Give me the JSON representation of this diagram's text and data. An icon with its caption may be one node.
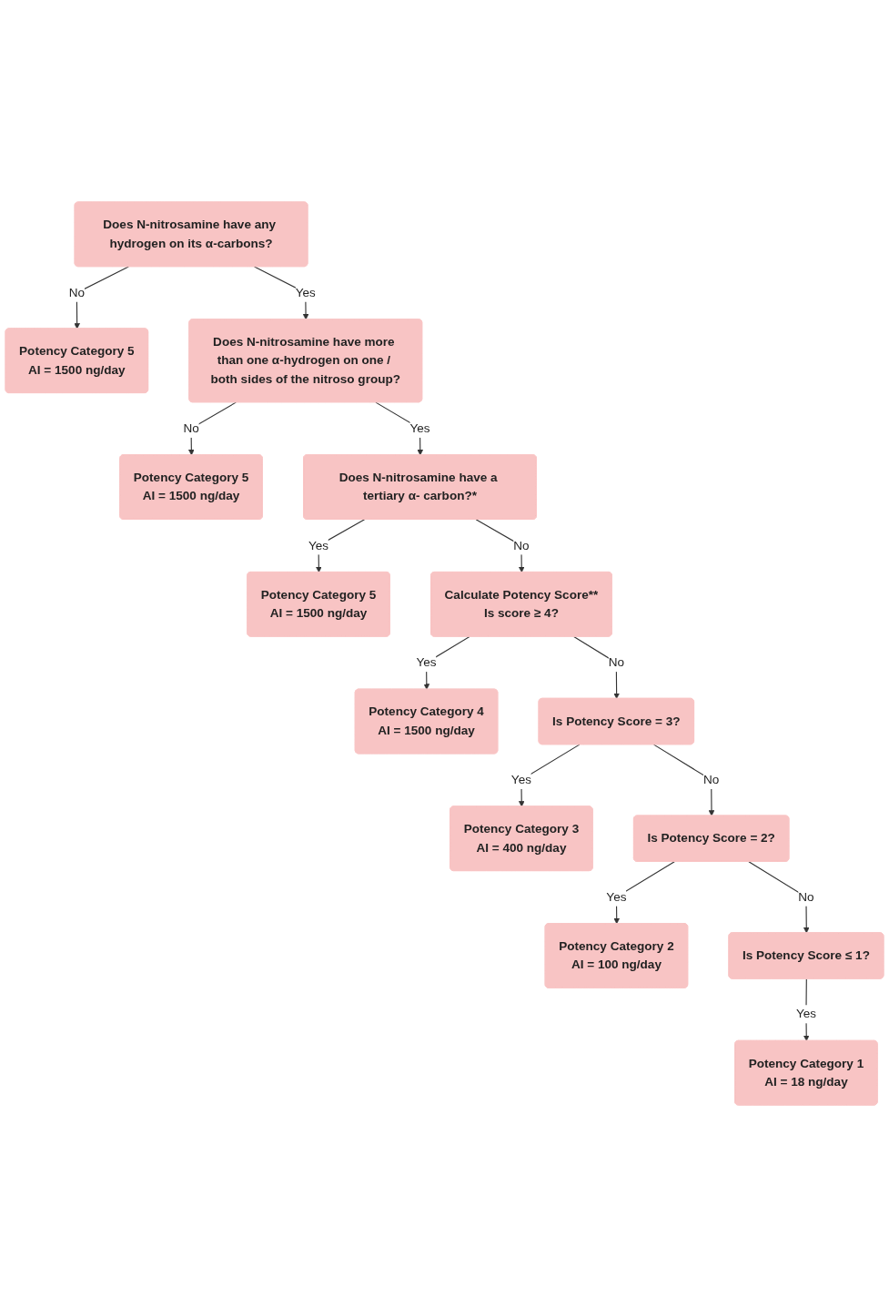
{
  "diagram": {
    "nodes": [
      {
        "text": [
          "Does N-nitrosamine have any hydrogen on its α-carbons?"
        ]
      },
      {
        "text": [
          "Potency Category 5",
          "AI = 1500 ng/day"
        ]
      },
      {
        "text": [
          "Does N-nitrosamine have more than one α-hydrogen on one / both sides of the nitroso group?"
        ]
      },
      {
        "text": [
          "Potency Category 5",
          "AI = 1500 ng/day"
        ]
      },
      {
        "text": [
          "Does N-nitrosamine have a tertiary α- carbon?*"
        ]
      },
      {
        "text": [
          "Potency Category 5",
          "AI = 1500 ng/day"
        ]
      },
      {
        "text": [
          "Calculate Potency Score**",
          "Is score ≥ 4?"
        ]
      },
      {
        "text": [
          "Potency Category 4",
          "AI = 1500 ng/day"
        ]
      },
      {
        "text": [
          "Is Potency Score = 3?"
        ]
      },
      {
        "text": [
          "Potency Category 3",
          "AI = 400 ng/day"
        ]
      },
      {
        "text": [
          "Is Potency Score = 2?"
        ]
      },
      {
        "text": [
          "Potency Category 2",
          "AI = 100 ng/day"
        ]
      },
      {
        "text": [
          "Is Potency Score ≤ 1?"
        ]
      },
      {
        "text": [
          "Potency Category 1",
          "AI = 18 ng/day"
        ]
      }
    ],
    "edges": [
      {
        "from": 0,
        "to": 1,
        "arrow": "to",
        "label": "No"
      },
      {
        "from": 0,
        "to": 2,
        "arrow": "to",
        "label": "Yes"
      },
      {
        "from": 2,
        "to": 3,
        "arrow": "to",
        "label": "No"
      },
      {
        "from": 2,
        "to": 4,
        "arrow": "to",
        "label": "Yes"
      },
      {
        "from": 4,
        "to": 5,
        "arrow": "to",
        "label": "Yes"
      },
      {
        "from": 4,
        "to": 6,
        "arrow": "to",
        "label": "No"
      },
      {
        "from": 6,
        "to": 7,
        "arrow": "to",
        "label": "Yes"
      },
      {
        "from": 6,
        "to": 8,
        "arrow": "to",
        "label": "No"
      },
      {
        "from": 8,
        "to": 9,
        "arrow": "to",
        "label": "Yes"
      },
      {
        "from": 8,
        "to": 10,
        "arrow": "to",
        "label": "No"
      },
      {
        "from": 10,
        "to": 11,
        "arrow": "to",
        "label": "Yes"
      },
      {
        "from": 10,
        "to": 12,
        "arrow": "to",
        "label": "No"
      },
      {
        "from": 12,
        "to": 13,
        "arrow": "to",
        "label": "Yes"
      }
    ]
  }
}
